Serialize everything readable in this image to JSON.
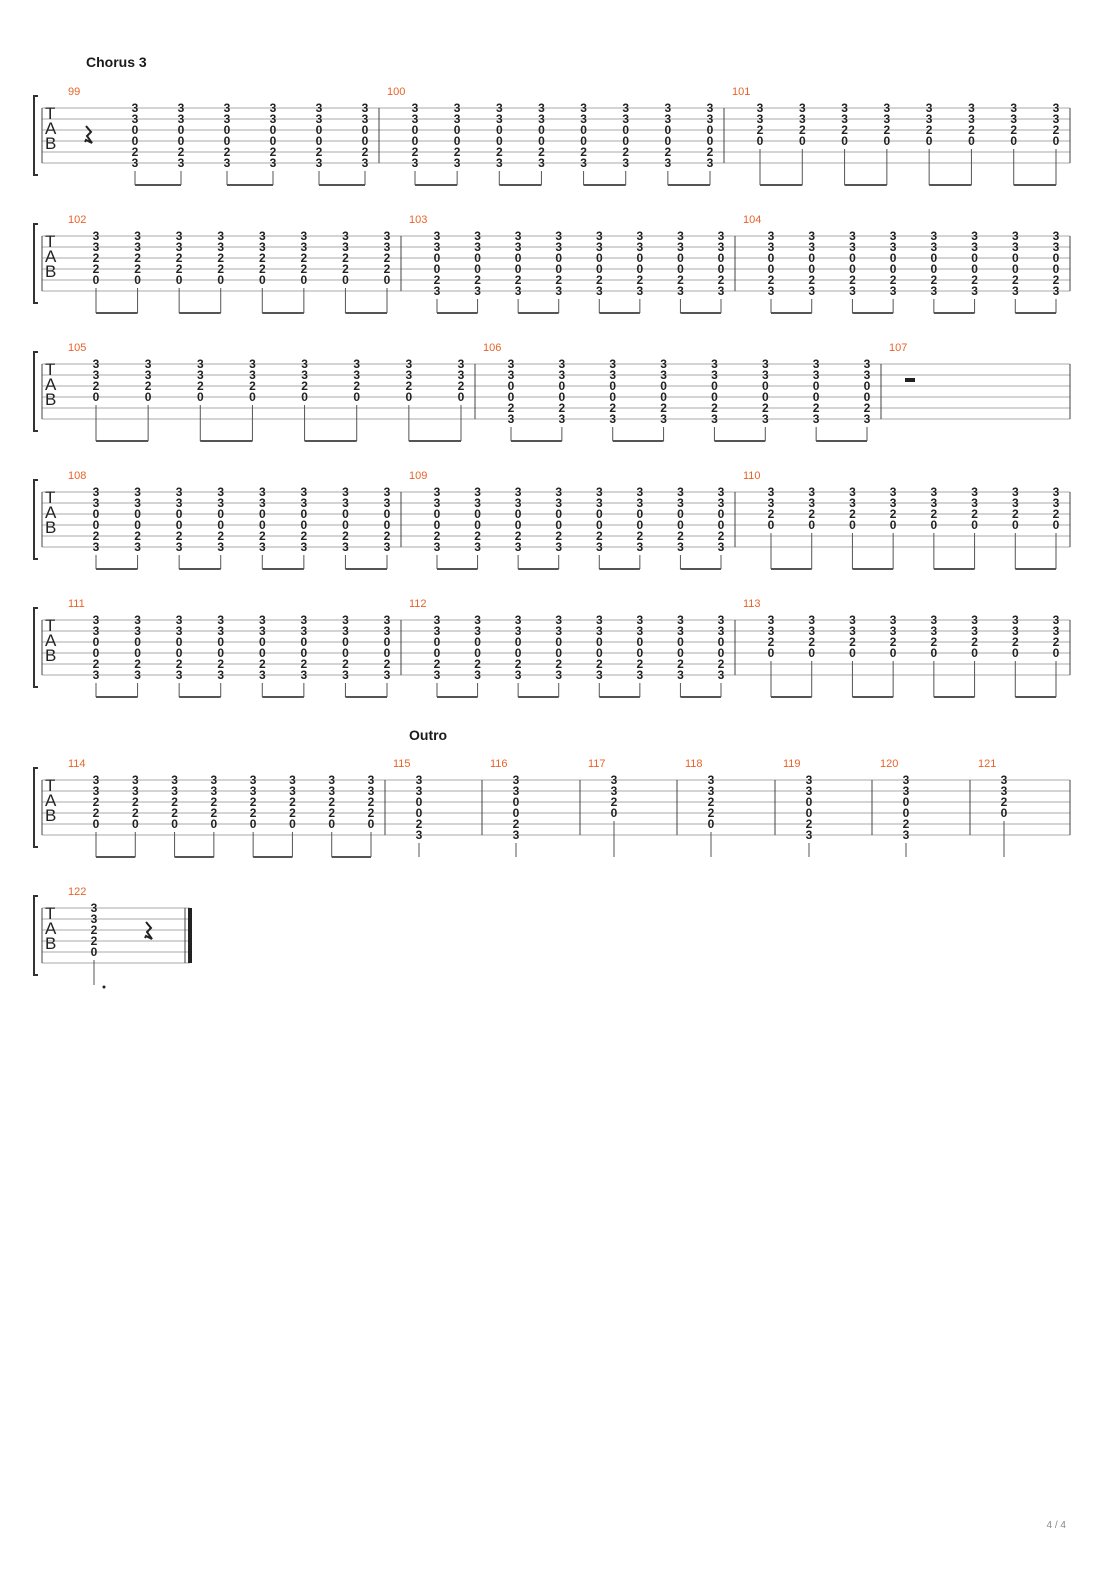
{
  "page_number": "4 / 4",
  "tab_letters": [
    "T",
    "A",
    "B"
  ],
  "section_labels": [
    {
      "text": "Chorus 3",
      "system": 0
    },
    {
      "text": "Outro",
      "system": 5
    }
  ],
  "chords": {
    "C_open": [
      "3",
      "3",
      "0",
      "0",
      "2",
      "3"
    ],
    "Dsus": [
      "3",
      "3",
      "2",
      "0"
    ],
    "D_four": [
      "3",
      "3",
      "2",
      "2",
      "0"
    ],
    "G_like": [
      "3",
      "3",
      "0",
      "0",
      "2",
      "3"
    ],
    "Outro_G": [
      "3",
      "3",
      "0",
      "0",
      "2",
      "3"
    ],
    "Outro_D": [
      "3",
      "3",
      "2",
      "0"
    ],
    "Outro_D5": [
      "3",
      "3",
      "2",
      "2",
      "0"
    ],
    "Final": [
      "3",
      "3",
      "2",
      "2",
      "0"
    ]
  },
  "systems": [
    {
      "measures": [
        {
          "num": "99",
          "rest_start": true,
          "chord": "C_open",
          "count": 6
        },
        {
          "num": "100",
          "chord": "C_open",
          "count": 8
        },
        {
          "num": "101",
          "chord": "Dsus",
          "count": 8
        }
      ]
    },
    {
      "measures": [
        {
          "num": "102",
          "chord": "D_four",
          "count": 8
        },
        {
          "num": "103",
          "chord": "C_open",
          "count": 8
        },
        {
          "num": "104",
          "chord": "C_open",
          "count": 8
        }
      ]
    },
    {
      "measures": [
        {
          "num": "105",
          "chord": "Dsus",
          "count": 8
        },
        {
          "num": "106",
          "chord": "C_open",
          "count": 8
        },
        {
          "num": "107",
          "rest": true,
          "count": 0
        }
      ]
    },
    {
      "measures": [
        {
          "num": "108",
          "chord": "C_open",
          "count": 8
        },
        {
          "num": "109",
          "chord": "C_open",
          "count": 8
        },
        {
          "num": "110",
          "chord": "Dsus",
          "count": 8
        }
      ]
    },
    {
      "measures": [
        {
          "num": "111",
          "chord": "C_open",
          "count": 8
        },
        {
          "num": "112",
          "chord": "C_open",
          "count": 8
        },
        {
          "num": "113",
          "chord": "Dsus",
          "count": 8
        }
      ]
    },
    {
      "measures": [
        {
          "num": "114",
          "chord": "D_four",
          "count": 8
        },
        {
          "num": "115",
          "chord": "Outro_G",
          "count": 1
        },
        {
          "num": "116",
          "chord": "Outro_G",
          "count": 1
        },
        {
          "num": "117",
          "chord": "Outro_D",
          "count": 1
        },
        {
          "num": "118",
          "chord": "Outro_D5",
          "count": 1
        },
        {
          "num": "119",
          "chord": "Outro_G",
          "count": 1
        },
        {
          "num": "120",
          "chord": "Outro_G",
          "count": 1
        },
        {
          "num": "121",
          "chord": "Outro_D",
          "count": 1
        }
      ]
    },
    {
      "measures": [
        {
          "num": "122",
          "chord": "Final",
          "count": 1,
          "rest_after": true,
          "final": true
        }
      ]
    }
  ]
}
